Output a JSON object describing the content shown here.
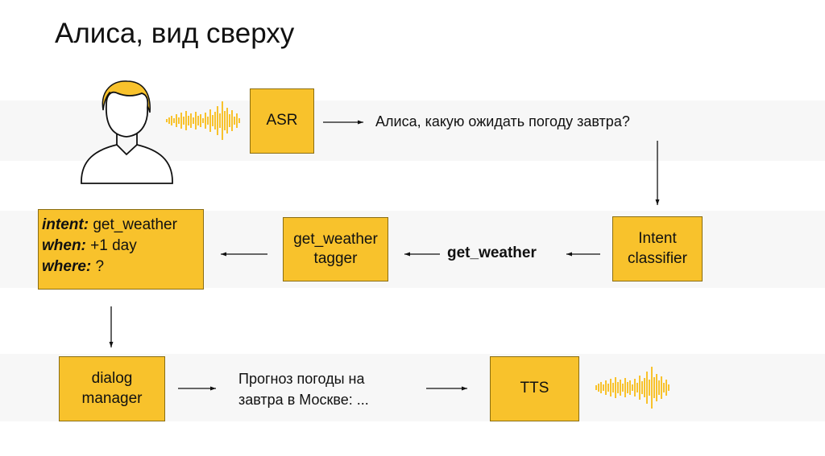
{
  "slide": {
    "title": "Алиса, вид сверху"
  },
  "colors": {
    "box_fill": "#f8c22c",
    "box_border": "#8a6d12",
    "waveform": "#f8c22c",
    "band": "#f7f7f7",
    "arrow": "#111111"
  },
  "icons": {
    "user": "user-avatar-icon",
    "input_audio": "audio-waveform-icon",
    "output_audio": "audio-waveform-icon"
  },
  "blocks": {
    "asr": "ASR",
    "intent_classifier": "Intent\nclassifier",
    "tagger": "get_weather\ntagger",
    "dialog_manager": "dialog\nmanager",
    "tts": "TTS"
  },
  "labels": {
    "user_query": "Алиса, какую ожидать погоду завтра?",
    "intent_name": "get_weather",
    "response_text": "Прогноз погоды на\nзавтра в Москве: ..."
  },
  "slots": [
    {
      "key": "intent:",
      "value": " get_weather"
    },
    {
      "key": "when:",
      "value": " +1 day"
    },
    {
      "key": "where:",
      "value": " ?"
    }
  ]
}
